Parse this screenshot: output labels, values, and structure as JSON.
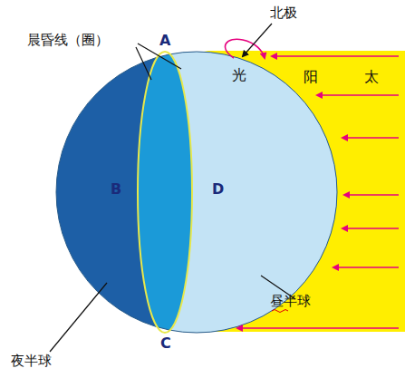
{
  "diagram": {
    "labels": [
      "晨昏线（圈）",
      "A",
      "北极",
      "光",
      "阳",
      "太",
      "B",
      "D",
      "昼半球",
      "C",
      "夜半球"
    ]
  }
}
